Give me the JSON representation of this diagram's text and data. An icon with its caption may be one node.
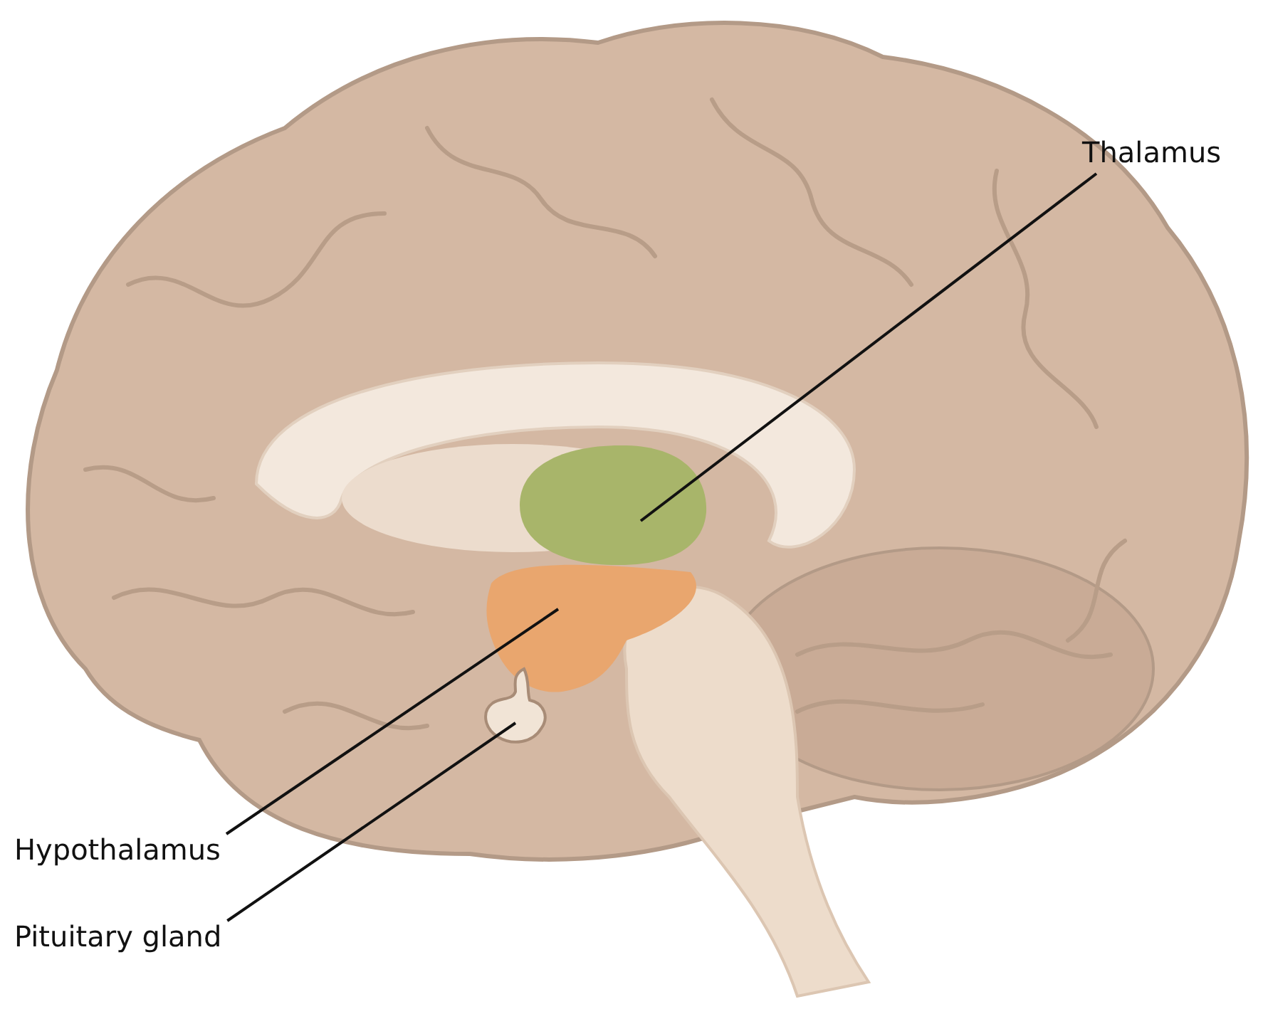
{
  "diagram": {
    "nodes": [
      {
        "text": [
          "Thalamus"
        ]
      },
      {
        "text": [],
        "shape": "picture"
      },
      {
        "text": [
          "Hypothalamus"
        ]
      },
      {
        "text": [],
        "shape": "picture"
      },
      {
        "text": [
          "Pituitary gland"
        ]
      },
      {
        "text": [],
        "shape": "picture"
      }
    ],
    "edges": [
      {
        "from": 0,
        "to": 1,
        "arrow": "none"
      },
      {
        "from": 2,
        "to": 3,
        "arrow": "none"
      },
      {
        "from": 4,
        "to": 5,
        "arrow": "none"
      }
    ]
  }
}
